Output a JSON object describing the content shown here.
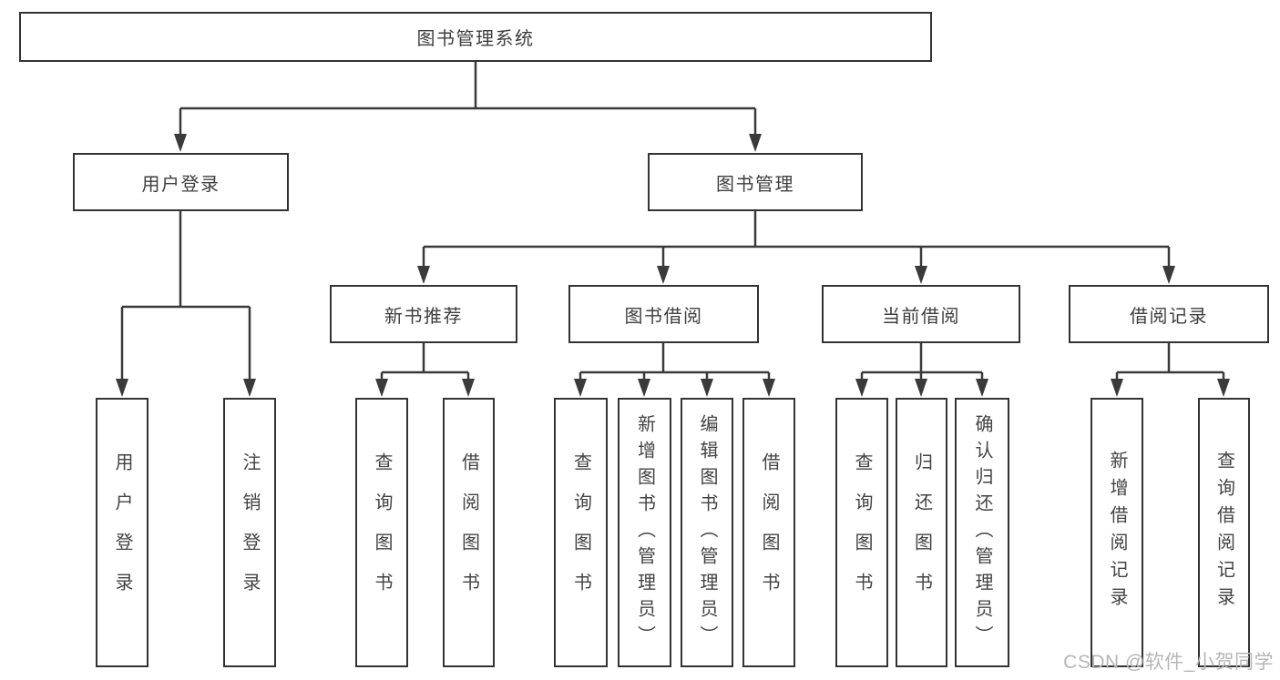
{
  "nodes": {
    "root": "图书管理系统",
    "user_login": "用户登录",
    "book_mgmt": "图书管理",
    "new_book_rec": "新书推荐",
    "book_borrow": "图书借阅",
    "current_borrow": "当前借阅",
    "borrow_records": "借阅记录",
    "leaves": {
      "login": [
        "用户登录",
        "注销登录"
      ],
      "newbook": [
        "查询图书",
        "借阅图书"
      ],
      "borrow": [
        "查询图书",
        "新增图书（管理员）",
        "编辑图书（管理员）",
        "借阅图书"
      ],
      "current": [
        "查询图书",
        "归还图书",
        "确认归还（管理员）"
      ],
      "records": [
        "新增借阅记录",
        "查询借阅记录"
      ]
    }
  },
  "watermark": "CSDN @软件_小贺同学",
  "colors": {
    "line": "#3a3a3a",
    "box_border": "#333333",
    "text": "#3e3e3e",
    "watermark": "#b6b6b6",
    "background": "#ffffff"
  }
}
